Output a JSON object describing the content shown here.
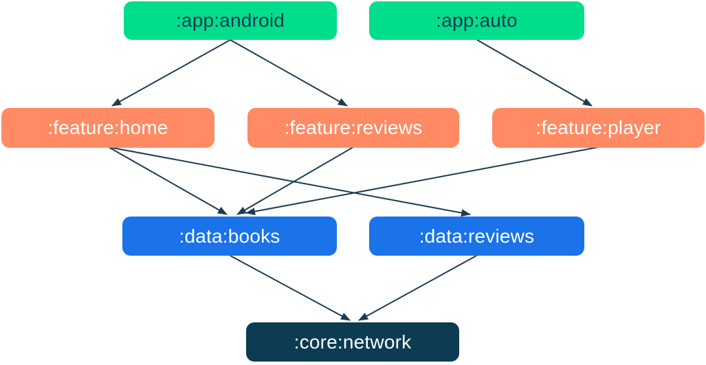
{
  "diagram": {
    "type": "module-dependency-graph",
    "edge_color": "#1C3C52",
    "nodes": [
      {
        "id": "app-android",
        "label": ":app:android",
        "group": "app",
        "bg": "#00DE8C",
        "text_color": "#16384C"
      },
      {
        "id": "app-auto",
        "label": ":app:auto",
        "group": "app",
        "bg": "#00DE8C",
        "text_color": "#16384C"
      },
      {
        "id": "feature-home",
        "label": ":feature:home",
        "group": "feature",
        "bg": "#FF8A63",
        "text_color": "#FFFFFF"
      },
      {
        "id": "feature-reviews",
        "label": ":feature:reviews",
        "group": "feature",
        "bg": "#FF8A63",
        "text_color": "#FFFFFF"
      },
      {
        "id": "feature-player",
        "label": ":feature:player",
        "group": "feature",
        "bg": "#FF8A63",
        "text_color": "#FFFFFF"
      },
      {
        "id": "data-books",
        "label": ":data:books",
        "group": "data",
        "bg": "#1A73E8",
        "text_color": "#FFFFFF"
      },
      {
        "id": "data-reviews",
        "label": ":data:reviews",
        "group": "data",
        "bg": "#1A73E8",
        "text_color": "#FFFFFF"
      },
      {
        "id": "core-network",
        "label": ":core:network",
        "group": "core",
        "bg": "#0C3B52",
        "text_color": "#FFFFFF"
      }
    ],
    "edges": [
      {
        "from": "app-android",
        "to": "feature-home"
      },
      {
        "from": "app-android",
        "to": "feature-reviews"
      },
      {
        "from": "app-auto",
        "to": "feature-player"
      },
      {
        "from": "feature-home",
        "to": "data-books"
      },
      {
        "from": "feature-home",
        "to": "data-reviews"
      },
      {
        "from": "feature-reviews",
        "to": "data-books"
      },
      {
        "from": "feature-player",
        "to": "data-books"
      },
      {
        "from": "data-books",
        "to": "core-network"
      },
      {
        "from": "data-reviews",
        "to": "core-network"
      }
    ]
  }
}
